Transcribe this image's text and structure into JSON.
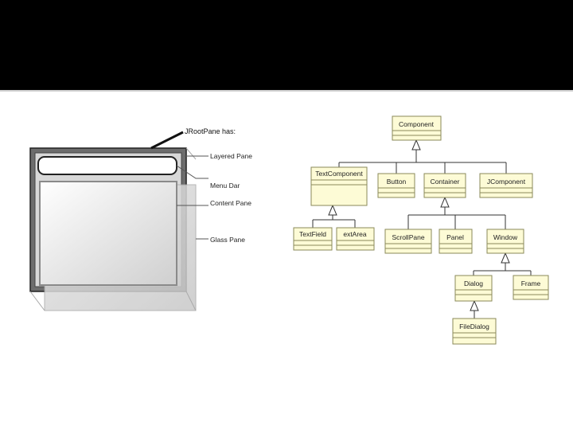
{
  "slide": {
    "colors": {
      "header": "#000000",
      "class_fill": "#fdfbd6",
      "class_border": "#8a8a5a"
    }
  },
  "root_pane": {
    "heading": "JRootPane has:",
    "labels": {
      "layered": "Layered Pane",
      "menu": "Menu Dar",
      "content": "Content Pane",
      "glass": "Glass Pane"
    }
  },
  "class_diagram": {
    "classes": {
      "component": "Component",
      "textcomponent": "TextComponent",
      "button": "Button",
      "container": "Container",
      "jcomponent": "JComponent",
      "textfield": "TextField",
      "textarea": "extArea",
      "scrollpane": "ScrollPane",
      "panel": "Panel",
      "window": "Window",
      "dialog": "Dialog",
      "frame": "Frame",
      "filedialog": "FileDialog"
    }
  }
}
